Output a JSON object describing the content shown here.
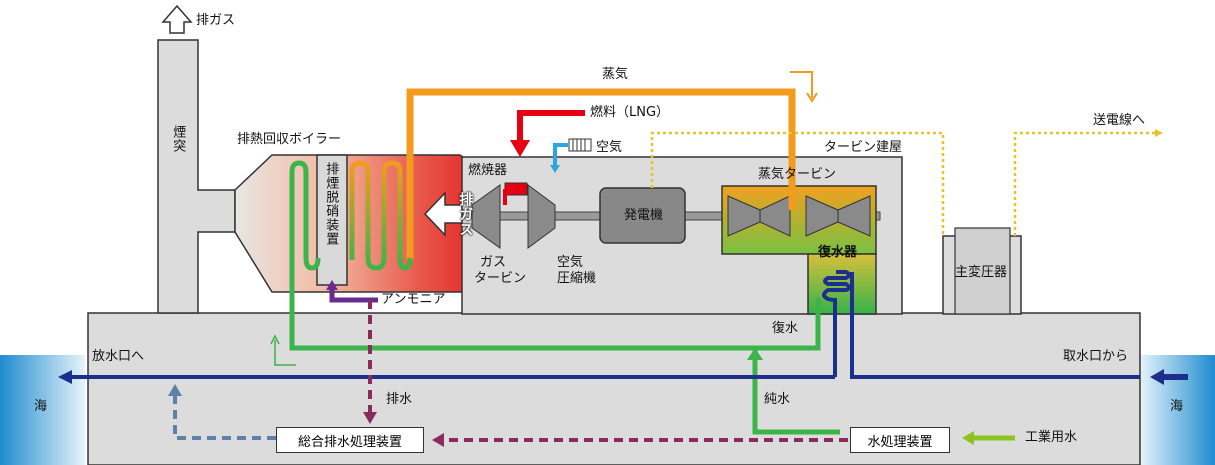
{
  "labels": {
    "exhaust_top": "排ガス",
    "chimney": "煙突",
    "hrsg": "排熱回収ボイラー",
    "denox": "排煙脱硝装置",
    "steam": "蒸気",
    "fuel": "燃料（LNG）",
    "air": "空気",
    "turbine_building": "タービン建屋",
    "transmission": "送電線へ",
    "combustor": "燃焼器",
    "exhaust_gas": "排ガス",
    "generator": "発電機",
    "steam_turbine": "蒸気タービン",
    "condenser": "復水器",
    "main_transformer": "主変圧器",
    "gas_turbine_1": "ガス",
    "gas_turbine_2": "タービン",
    "compressor_1": "空気",
    "compressor_2": "圧縮機",
    "ammonia": "アンモニア",
    "condensate": "復水",
    "to_outlet": "放水口へ",
    "from_intake": "取水口から",
    "sea_left": "海",
    "sea_right": "海",
    "drain": "排水",
    "pure_water": "純水",
    "wastewater_treatment": "総合排水処理装置",
    "water_treatment": "水処理装置",
    "industrial_water": "工業用水"
  },
  "colors": {
    "steam": "#f29b1e",
    "fuel": "#e60012",
    "air": "#29a8e0",
    "water_green": "#3cb44a",
    "sea_water": "#1d2f8c",
    "drain_purple": "#8b2a5c",
    "ammonia": "#6a2b8f",
    "treated_blue": "#5f80a8",
    "industrial": "#8dc21f",
    "electric": "#e6c42a"
  }
}
